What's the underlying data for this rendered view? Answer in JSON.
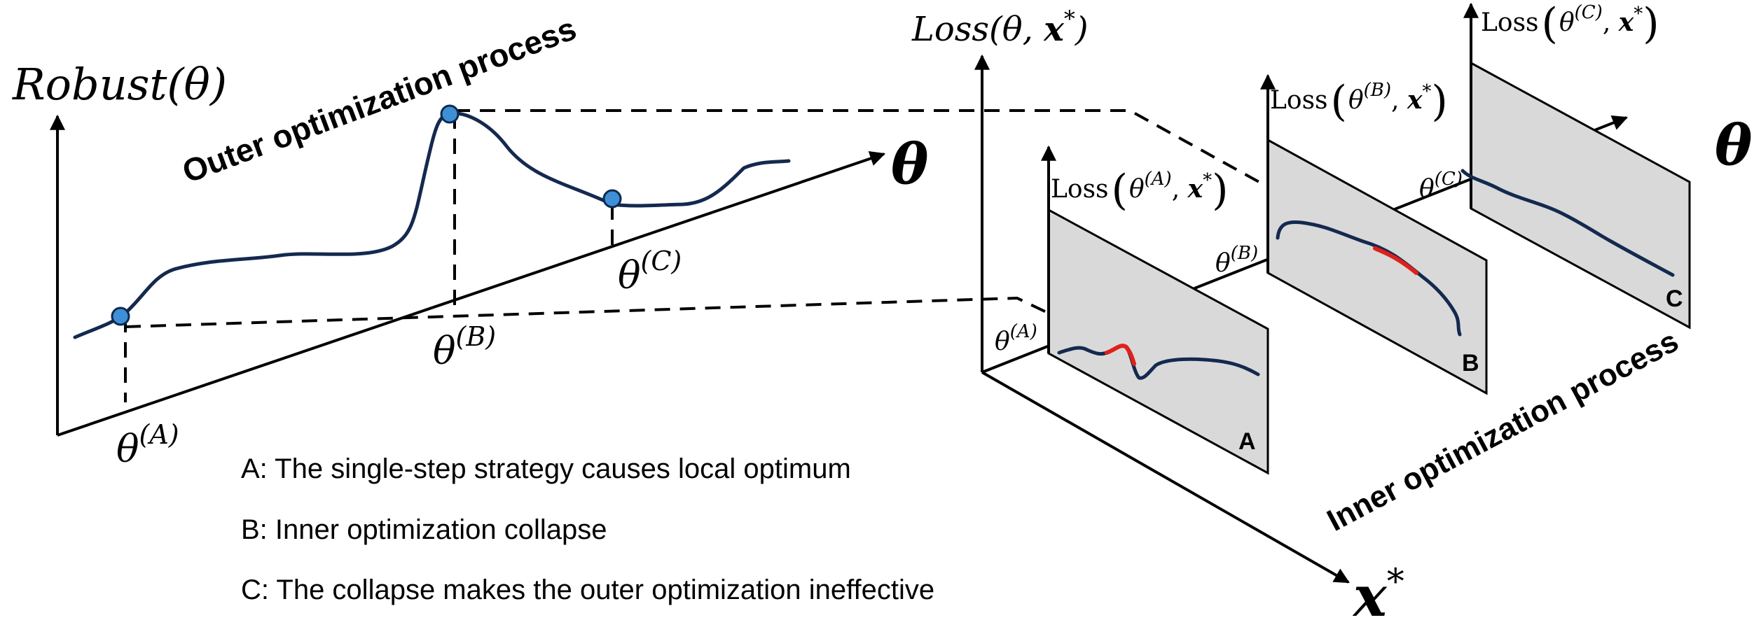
{
  "left_plot": {
    "y_axis_label": "Robust(θ)",
    "x_axis_label": "θ",
    "process_label": "Outer optimization process",
    "points": [
      {
        "base": "θ",
        "sup": "(A)"
      },
      {
        "base": "θ",
        "sup": "(B)"
      },
      {
        "base": "θ",
        "sup": "(C)"
      }
    ]
  },
  "right_plot": {
    "z_axis_label": "Loss(θ, x*)",
    "x_axis_label": "x",
    "x_axis_sup": "*",
    "theta_axis_label": "θ",
    "process_label": "Inner optimization process",
    "panels": [
      {
        "letter": "A",
        "loss_label": "Loss(θ(A), x*)",
        "theta_base": "θ",
        "theta_sup": "(A)"
      },
      {
        "letter": "B",
        "loss_label": "Loss(θ(B), x*)",
        "theta_base": "θ",
        "theta_sup": "(B)"
      },
      {
        "letter": "C",
        "loss_label": "Loss(θ(C), x*)",
        "theta_base": "θ",
        "theta_sup": "(C)"
      }
    ]
  },
  "legend": [
    "A: The single-step strategy causes local optimum",
    "B: Inner optimization collapse",
    "C: The collapse makes the outer optimization ineffective"
  ],
  "colors": {
    "curve": "#14294f",
    "highlight": "#e0201a",
    "point": "#3e8fd6",
    "panel": "#d9d9d9"
  }
}
